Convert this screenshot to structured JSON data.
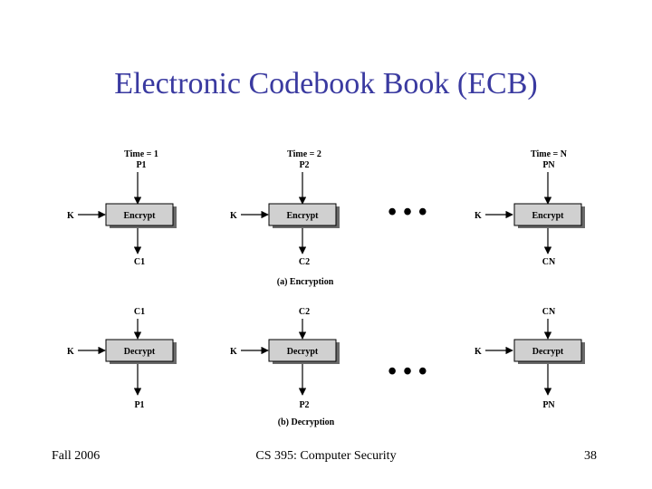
{
  "slide": {
    "title": "Electronic Codebook Book (ECB)",
    "footer_left": "Fall 2006",
    "footer_center": "CS 395: Computer Security",
    "footer_right": "38"
  },
  "diagram": {
    "time_labels": [
      "Time = 1",
      "Time = 2",
      "Time = N"
    ],
    "key_label": "K",
    "ellipsis": "• • •",
    "encryption": {
      "box_label": "Encrypt",
      "inputs": [
        "P1",
        "P2",
        "PN"
      ],
      "outputs": [
        "C1",
        "C2",
        "CN"
      ],
      "caption": "(a) Encryption"
    },
    "decryption": {
      "box_label": "Decrypt",
      "inputs": [
        "C1",
        "C2",
        "CN"
      ],
      "outputs": [
        "P1",
        "P2",
        "PN"
      ],
      "caption": "(b) Decryption"
    }
  }
}
